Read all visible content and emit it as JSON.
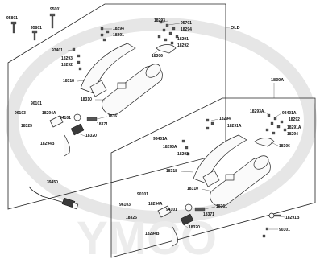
{
  "diagram": {
    "watermark": "YMCO",
    "box_labels": {
      "old": "OLD",
      "new": "1830A"
    },
    "loose_parts": {
      "p95001": "95001",
      "p95801": "95801",
      "p39450": "39450"
    },
    "old_assembly": {
      "p18293": "18293",
      "p95701": "95701",
      "p18294_top": "18294",
      "p18291_top": "18291",
      "p18292_top": "18292",
      "p18306": "18306",
      "p18294_mid": "18294",
      "p18291_mid": "18291",
      "p93401": "93401",
      "p18293_left": "18293",
      "p18292_left": "18292",
      "p18318": "18318",
      "p18310": "18310",
      "p18361": "18361",
      "p18371": "18371",
      "p90101": "90101",
      "p96103": "96103",
      "p18294A": "18294A",
      "p94101": "94101",
      "p18325": "18325",
      "p18320": "18320",
      "p18294B": "18294B"
    },
    "new_assembly": {
      "p18293A": "18293A",
      "p93401A": "93401A",
      "p18292": "18292",
      "p18291A_r": "18291A",
      "p18294_r": "18294",
      "p18306": "18306",
      "p18294_mid": "18294",
      "p18291A": "18291A",
      "p93401A_l": "93401A",
      "p18293A_l": "18293A",
      "p18292_l": "18292",
      "p18318": "18318",
      "p18310": "18310",
      "p18361": "18361",
      "p18371": "18371",
      "p90101": "90101",
      "p96103": "96103",
      "p18294A": "18294A",
      "p94101": "94101",
      "p18325": "18325",
      "p18320": "18320",
      "p18294B": "18294B",
      "p18291B": "18291B",
      "p90301": "90301"
    }
  }
}
